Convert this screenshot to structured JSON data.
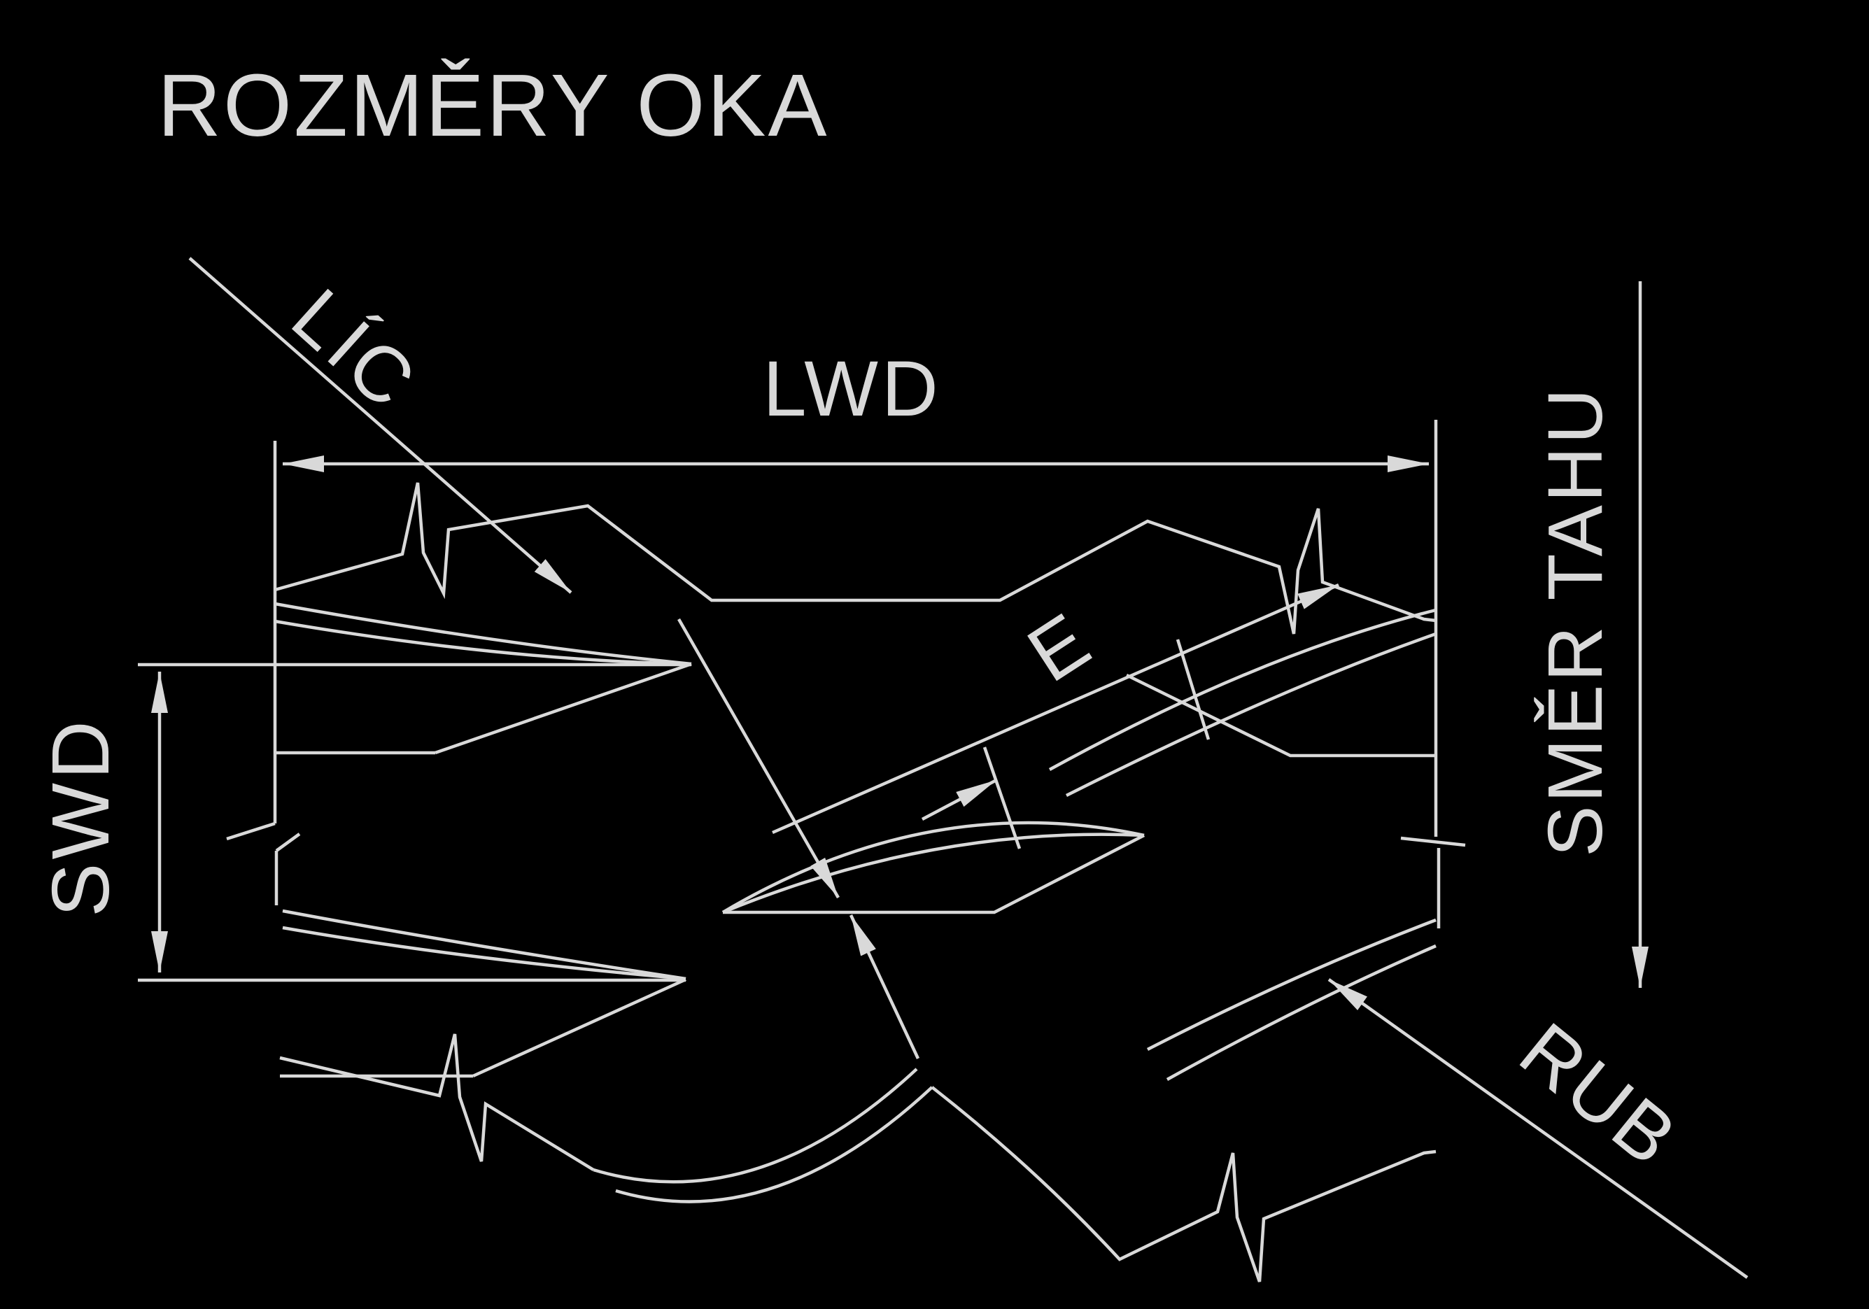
{
  "title": "ROZMĚRY OKA",
  "labels": {
    "lic": "LÍC",
    "lwd": "LWD",
    "swd": "SWD",
    "e": "E",
    "smer_tahu": "SMĚR TAHU",
    "rub": "RUB"
  },
  "colors": {
    "background": "#000000",
    "line": "#d9d9d9",
    "text": "#d9d9d9"
  }
}
